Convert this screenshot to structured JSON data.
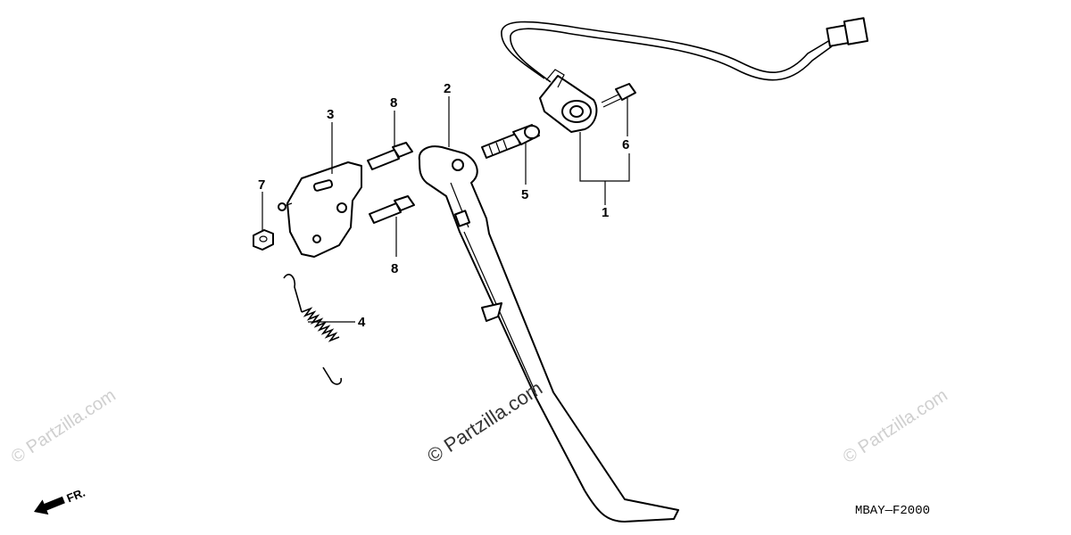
{
  "callouts": {
    "p1": "1",
    "p2": "2",
    "p3": "3",
    "p4": "4",
    "p5": "5",
    "p6": "6",
    "p7": "7",
    "p8a": "8",
    "p8b": "8"
  },
  "diagram_code": "MBAY—F2000",
  "direction_label": "FR.",
  "watermarks": {
    "center": "© Partzilla.com",
    "left": "© Partzilla.com",
    "right": "© Partzilla.com"
  }
}
